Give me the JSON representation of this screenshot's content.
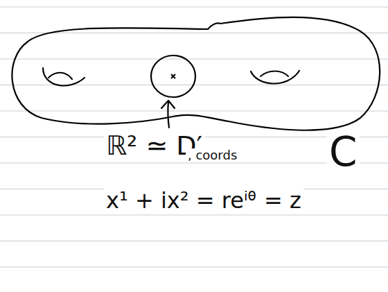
{
  "diagram": {
    "labels": [
      "C",
      "ℝ² ≃ D′",
      ", coords",
      "x¹ + ix² = reⁱᶿ = z"
    ]
  }
}
